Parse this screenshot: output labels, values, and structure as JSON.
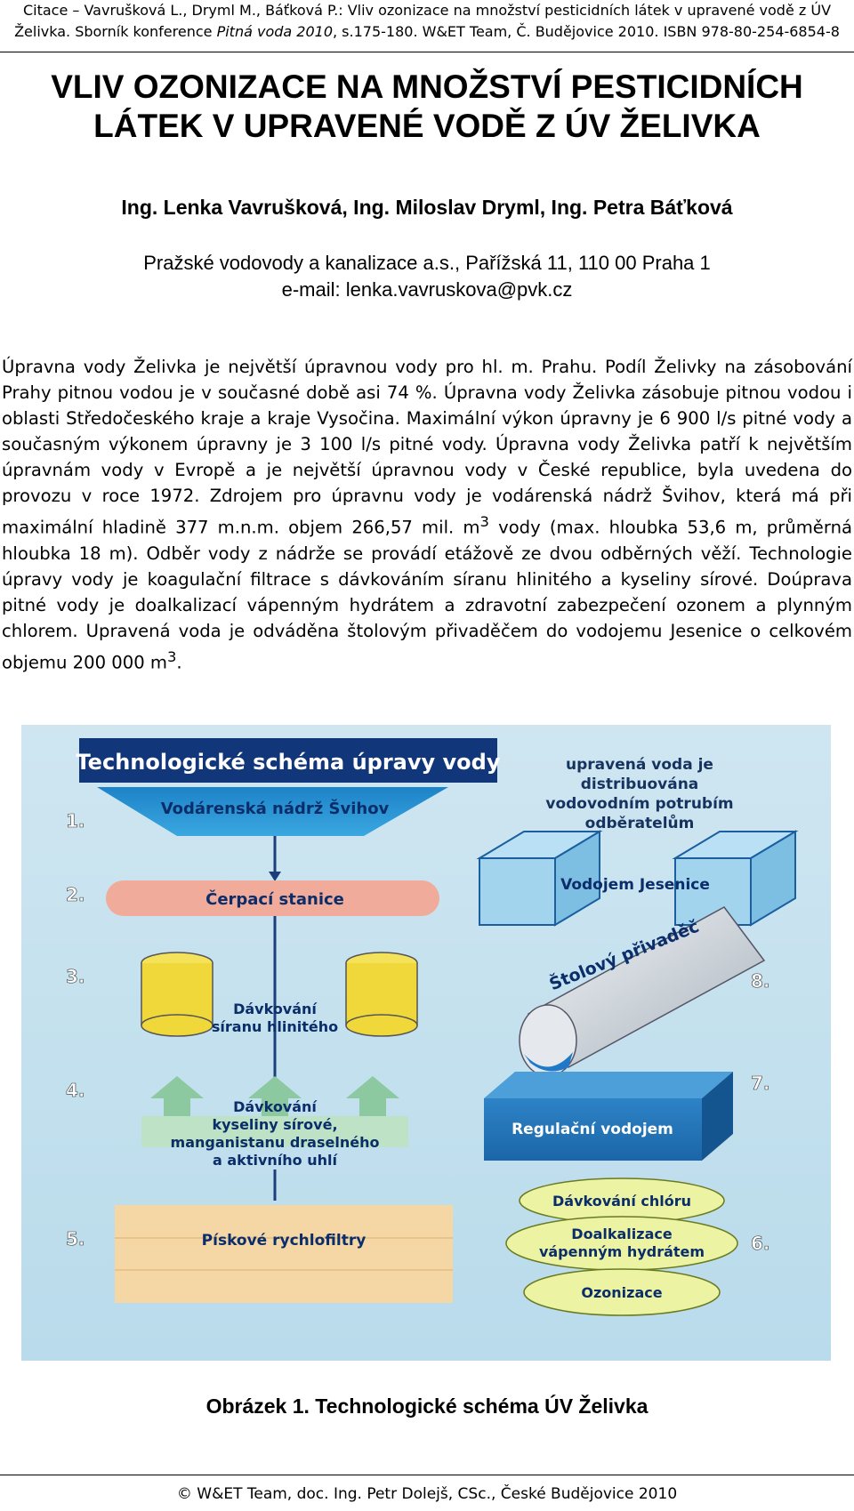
{
  "citation": {
    "line1": "Citace – Vavrušková L., Dryml M., Báťková P.: Vliv ozonizace na množství pesticidních látek v upravené vodě z ÚV",
    "line2_a": "Želivka. Sborník konference ",
    "line2_italic": "Pitná voda 2010",
    "line2_b": ", s.175-180. W&ET Team, Č. Budějovice 2010. ISBN 978-80-254-6854-8"
  },
  "title": {
    "line1": "VLIV OZONIZACE NA MNOŽSTVÍ PESTICIDNÍCH",
    "line2": "LÁTEK V UPRAVENÉ VODĚ Z ÚV ŽELIVKA"
  },
  "authors": "Ing. Lenka Vavrušková, Ing. Miloslav Dryml, Ing. Petra Báťková",
  "affiliation": {
    "line1": "Pražské vodovody a kanalizace a.s., Pařížská 11, 110 00 Praha 1",
    "line2": "e-mail: lenka.vavruskova@pvk.cz"
  },
  "body": {
    "p1": "Úpravna vody Želivka je největší úpravnou vody pro hl. m. Prahu. Podíl Želivky na zásobování Prahy pitnou vodou je v současné době asi 74 %. Úpravna vody Želivka zásobuje pitnou vodou i oblasti Středočeského kraje a kraje Vysočina. Maximální výkon úpravny je 6 900 l/s pitné vody a současným výkonem úpravny je 3 100 l/s pitné vody. Úpravna vody Želivka patří k největším úpravnám vody v Evropě a je největší úpravnou vody v České republice, byla uvedena do provozu v roce 1972. Zdrojem pro úpravnu vody je vodárenská nádrž Švihov, která má při maximální hladině 377 m.n.m. objem 266,57 mil. m",
    "p1_sup": "3",
    "p1_b": " vody (max. hloubka 53,6 m, průměrná hloubka 18 m). Odběr vody z nádrže se provádí etážově ze dvou odběrných věží. Technologie úpravy vody je koagulační filtrace s dávkováním síranu hlinitého a kyseliny sírové. Doúprava pitné vody je doalkalizací vápenným hydrátem a zdravotní zabezpečení ozonem a plynným chlorem. Upravená voda je odváděna štolovým přivaděčem do vodojemu Jesenice o celkovém objemu 200 000 m",
    "p1_sup2": "3",
    "p1_end": "."
  },
  "figure": {
    "title": "Technologické schéma úpravy vody",
    "steps": [
      "1.",
      "2.",
      "3.",
      "4.",
      "5.",
      "6.",
      "7.",
      "8."
    ],
    "nadrz": "Vodárenská nádrž Švihov",
    "cerpaci": "Čerpací stanice",
    "davkovani_sir_1": "Dávkování",
    "davkovani_sir_2": "síranu hlinitého",
    "kys_1": "Dávkování",
    "kys_2": "kyseliny sírové,",
    "kys_3": "manganistanu draselného",
    "kys_4": "a aktivního uhlí",
    "filtry": "Pískové rychlofiltry",
    "distrib_1": "upravená voda je",
    "distrib_2": "distribuována",
    "distrib_3": "vodovodním potrubím",
    "distrib_4": "odběratelům",
    "vodojem": "Vodojem Jesenice",
    "stola": "Štolový přivaděč",
    "regulacni": "Regulační vodojem",
    "chlor": "Dávkování chlóru",
    "doalk_1": "Doalkalizace",
    "doalk_2": "vápenným hydrátem",
    "ozon": "Ozonizace"
  },
  "caption": "Obrázek 1. Technologické schéma ÚV Želivka",
  "footer": "© W&ET Team, doc. Ing. Petr Dolejš, CSc., České Budějovice 2010"
}
